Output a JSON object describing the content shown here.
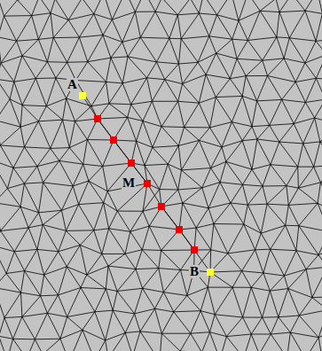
{
  "diagram": {
    "labels": [
      "A",
      "M",
      "B"
    ]
  }
}
